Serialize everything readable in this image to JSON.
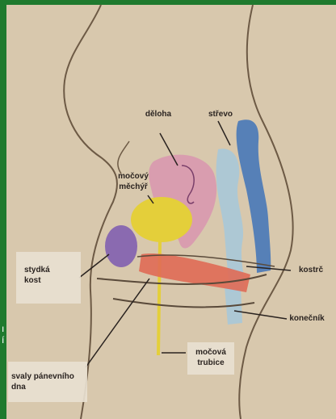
{
  "diagram": {
    "labels": {
      "deloha": "děloha",
      "strevo": "střevo",
      "mocovy_mechyr_1": "močový",
      "mocovy_mechyr_2": "měchýř",
      "stydka_kost_1": "stydká",
      "stydka_kost_2": "kost",
      "kostrc": "kostrč",
      "konecnik": "konečník",
      "svaly_1": "svaly pánevního",
      "svaly_2": "dna",
      "mocova_trubice_1": "močová",
      "mocova_trubice_2": "trubice"
    },
    "edge_glyphs": [
      "ı",
      "í"
    ]
  },
  "colors": {
    "background_green": "#1f7a2e",
    "paper": "#d8c8ad",
    "bladder_yellow": "#e4cf3a",
    "pubic_bone_purple": "#8a6ab0",
    "muscle_red": "#e06a55",
    "uterus_pink": "#d98fb0",
    "intestine_blue": "#3f73b8",
    "intestine_light": "#a9c8d8"
  }
}
